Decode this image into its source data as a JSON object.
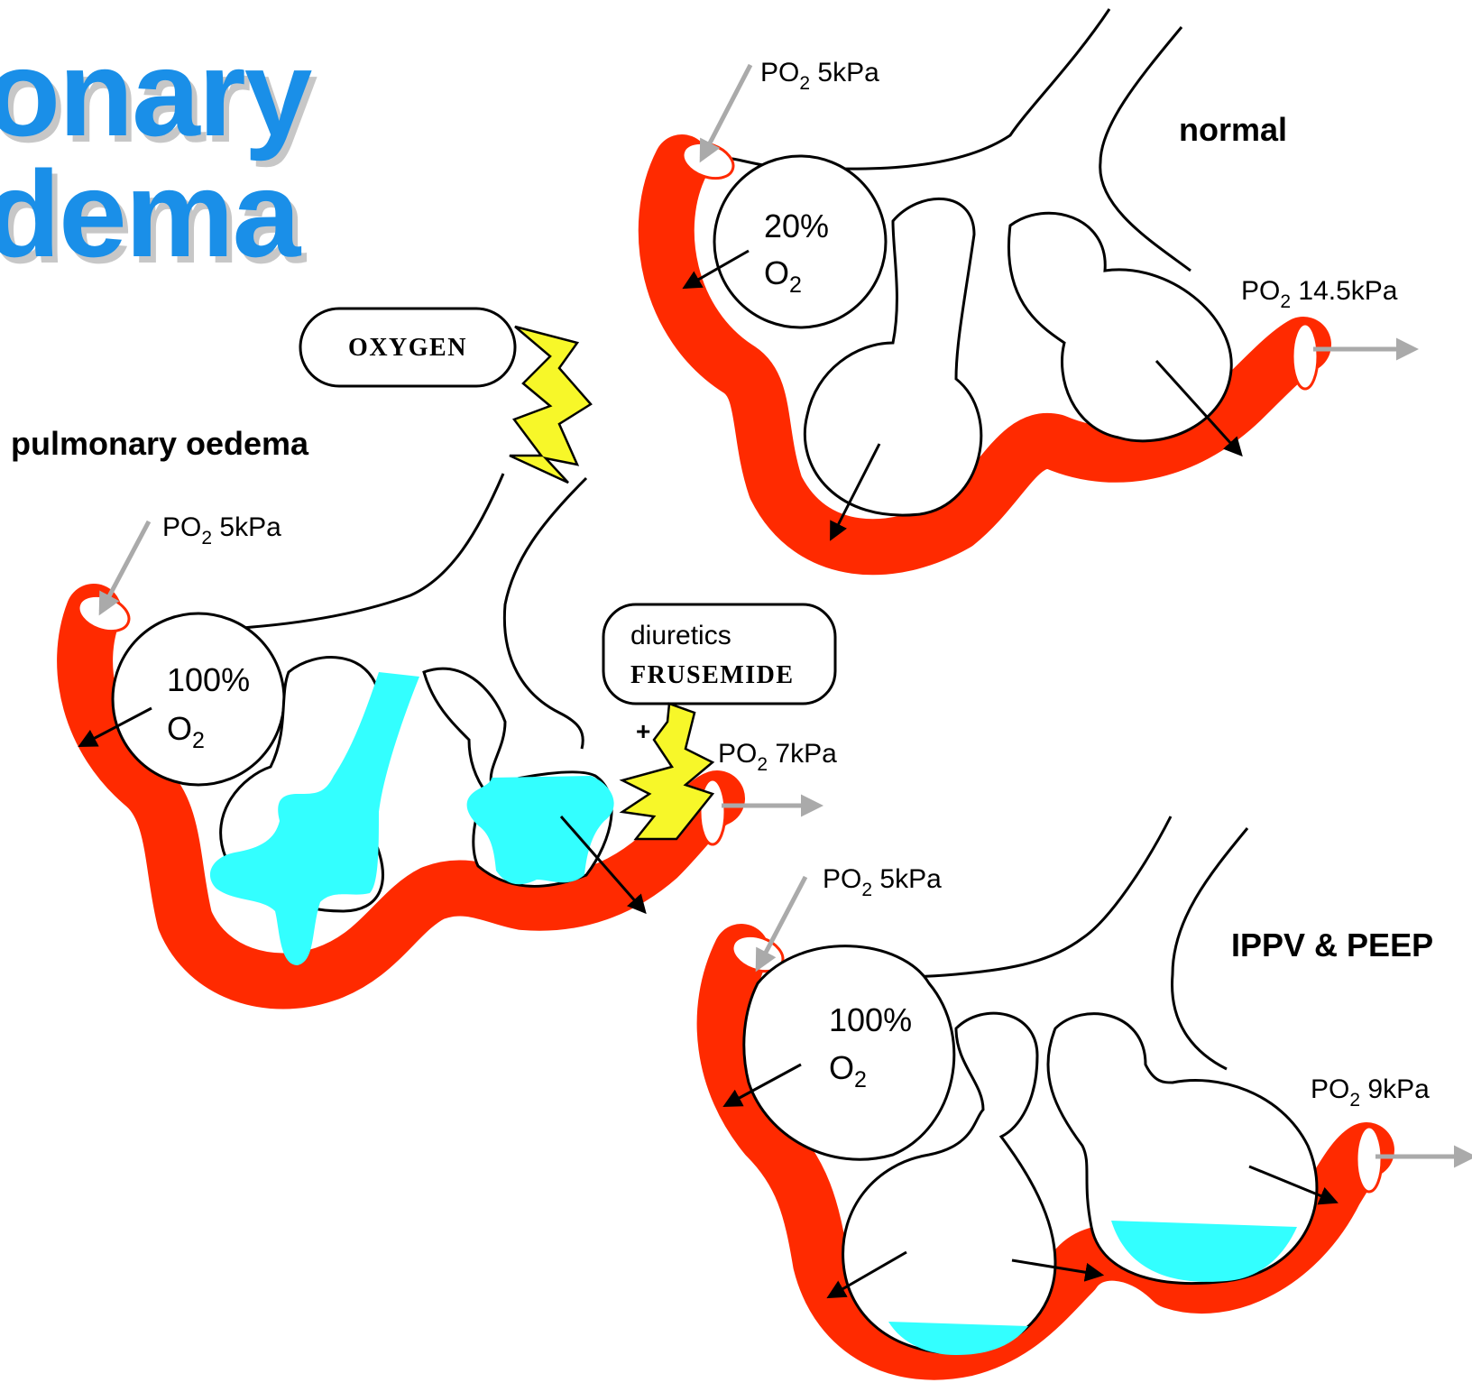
{
  "title": {
    "line1": "onary",
    "line2": "dema"
  },
  "colors": {
    "title": "#1A8FE8",
    "vessel": "#FF2A00",
    "fluid": "#33FFFF",
    "bolt": "#F7F729",
    "flow_arrow": "#AAAAAA"
  },
  "normal": {
    "heading": "normal",
    "po2_in": {
      "prefix": "PO",
      "sub": "2",
      "suffix": " 5kPa"
    },
    "po2_out": {
      "prefix": "PO",
      "sub": "2",
      "suffix": " 14.5kPa"
    },
    "inspired": {
      "line1": "20%",
      "gas": "O",
      "sub": "2"
    }
  },
  "oedema": {
    "heading": "pulmonary oedema",
    "po2_in": {
      "prefix": "PO",
      "sub": "2",
      "suffix": " 5kPa"
    },
    "po2_out": {
      "prefix": "PO",
      "sub": "2",
      "suffix": " 7kPa"
    },
    "inspired": {
      "line1": "100%",
      "gas": "O",
      "sub": "2"
    },
    "oxygen_label": "OXYGEN",
    "drug": {
      "line1": "diuretics",
      "line2": "FRUSEMIDE",
      "sign": "+"
    }
  },
  "ippv": {
    "heading": "IPPV & PEEP",
    "po2_in": {
      "prefix": "PO",
      "sub": "2",
      "suffix": " 5kPa"
    },
    "po2_out": {
      "prefix": "PO",
      "sub": "2",
      "suffix": " 9kPa"
    },
    "inspired": {
      "line1": "100%",
      "gas": "O",
      "sub": "2"
    }
  }
}
